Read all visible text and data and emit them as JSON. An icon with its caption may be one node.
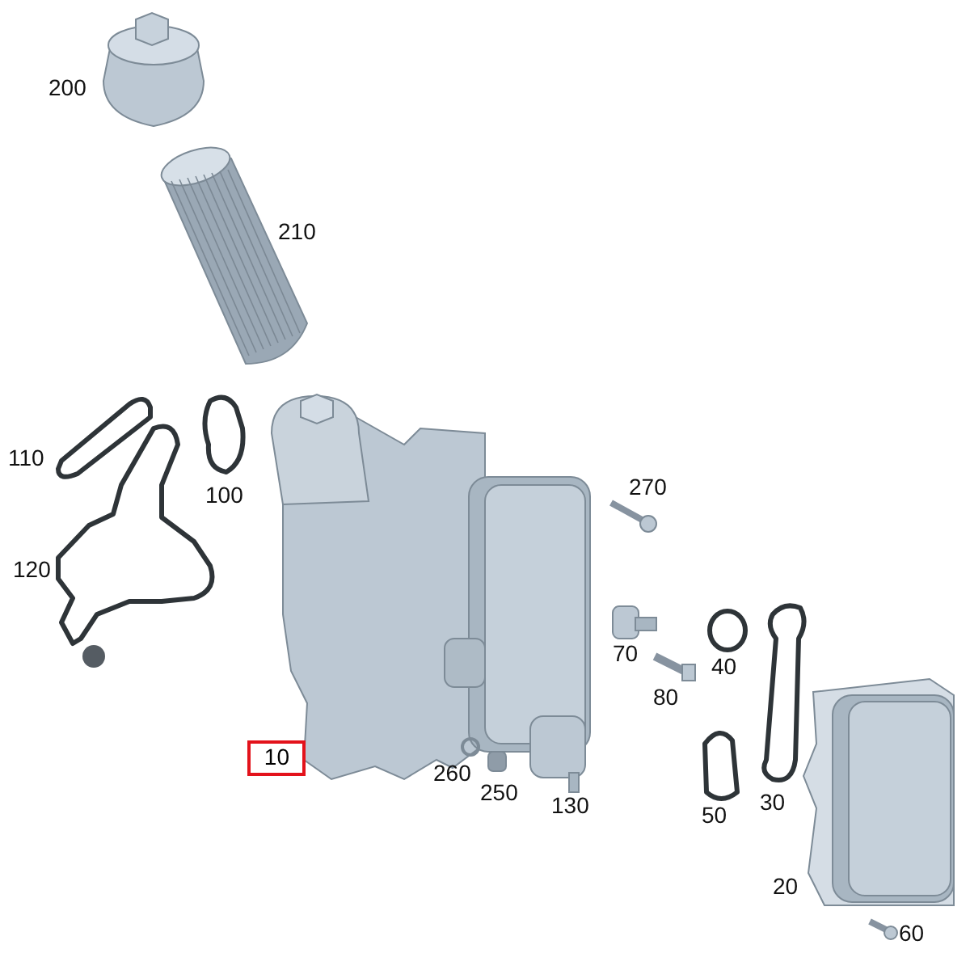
{
  "diagram": {
    "nodes": [
      {
        "text": [
          "10"
        ]
      }
    ],
    "labels": [
      "200",
      "210",
      "110",
      "100",
      "270",
      "120",
      "70",
      "40",
      "80",
      "260",
      "250",
      "30",
      "130",
      "50",
      "20",
      "60"
    ]
  }
}
